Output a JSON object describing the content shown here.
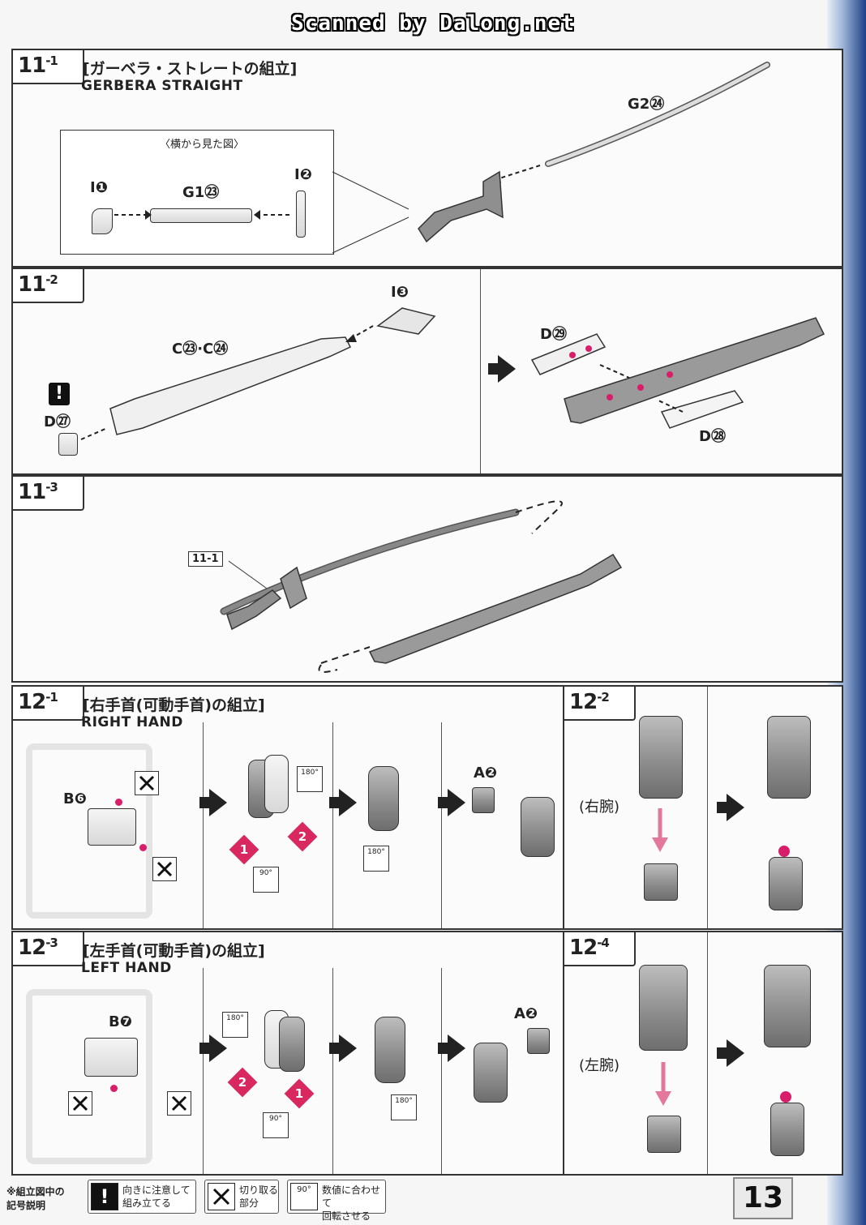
{
  "watermark": "Scanned by Dalong.net",
  "page_number": "13",
  "sections": {
    "s11_1": {
      "num": "11",
      "sub": "-1",
      "jp_title": "[ガーベラ・ストレートの組立]",
      "en_title": "GERBERA STRAIGHT",
      "side_view": "〈横から見た図〉",
      "labels": [
        "I❶",
        "G1㉓",
        "I❷",
        "G2㉔"
      ]
    },
    "s11_2": {
      "num": "11",
      "sub": "-2",
      "labels": [
        "I❸",
        "C㉓·C㉔",
        "D㉗",
        "D㉙",
        "D㉘"
      ]
    },
    "s11_3": {
      "num": "11",
      "sub": "-3",
      "ref": "11-1"
    },
    "s12_1": {
      "num": "12",
      "sub": "-1",
      "jp_title": "[右手首(可動手首)の組立]",
      "en_title": "RIGHT HAND",
      "labels": [
        "B❻",
        "A❷"
      ],
      "rot1": "180°",
      "rot2": "90°",
      "rot3": "180°"
    },
    "s12_2": {
      "num": "12",
      "sub": "-2",
      "arm_label": "(右腕)"
    },
    "s12_3": {
      "num": "12",
      "sub": "-3",
      "jp_title": "[左手首(可動手首)の組立]",
      "en_title": "LEFT HAND",
      "labels": [
        "B❼",
        "A❷"
      ],
      "rot1": "180°",
      "rot2": "90°",
      "rot3": "180°"
    },
    "s12_4": {
      "num": "12",
      "sub": "-4",
      "arm_label": "(左腕)"
    }
  },
  "legend": {
    "head": "※組立図中の\n記号説明",
    "items": [
      {
        "icon": "!",
        "text": "向きに注意して\n組み立てる"
      },
      {
        "icon": "nipper-icon",
        "text": "切り取る\n部分"
      },
      {
        "icon": "90°",
        "text": "数値に合わせて\n回転させる"
      }
    ]
  },
  "badges": [
    "1",
    "2"
  ]
}
